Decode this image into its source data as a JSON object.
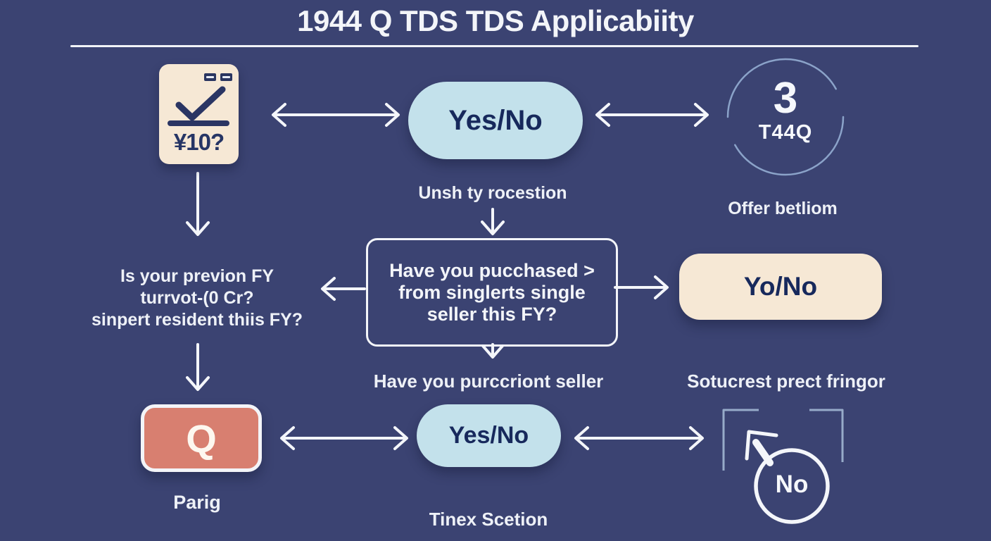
{
  "title": "1944 Q TDS TDS Applicabiity",
  "colors": {
    "background": "#3b4372",
    "cream": "#f6e8d5",
    "light_blue": "#c3e1eb",
    "navy_text": "#17295c",
    "red_box": "#d87f70",
    "white": "#f3f5f9",
    "ring_blue": "#8ba3c9"
  },
  "top_row": {
    "invoice_card": {
      "amount": "¥10?"
    },
    "yes_no_pill": {
      "label": "Yes/No"
    },
    "pill_caption": "Unsh ty rocestion",
    "badge_circle": {
      "number": "3",
      "code": "T44Q",
      "caption": "Offer betliom"
    }
  },
  "left_column": {
    "question_line1": "Is your previon FY",
    "question_line2": "turrvot-(0 Cr?",
    "question_line3": "sinpert resident thiis FY?",
    "q_box_label": "Q",
    "q_box_caption": "Parig"
  },
  "center": {
    "question_line1": "Have you pucchased >",
    "question_line2": "from singlerts single",
    "question_line3": "seller this FY?",
    "box_caption": "Have you purccriont seller",
    "yes_no_pill": {
      "label": "Yes/No"
    },
    "pill_caption": "Tinex Scetion"
  },
  "right_column": {
    "yo_no_pill": {
      "label": "Yo/No"
    },
    "caption": "Sotucrest prect fringor",
    "no_circle": {
      "label": "No"
    }
  }
}
